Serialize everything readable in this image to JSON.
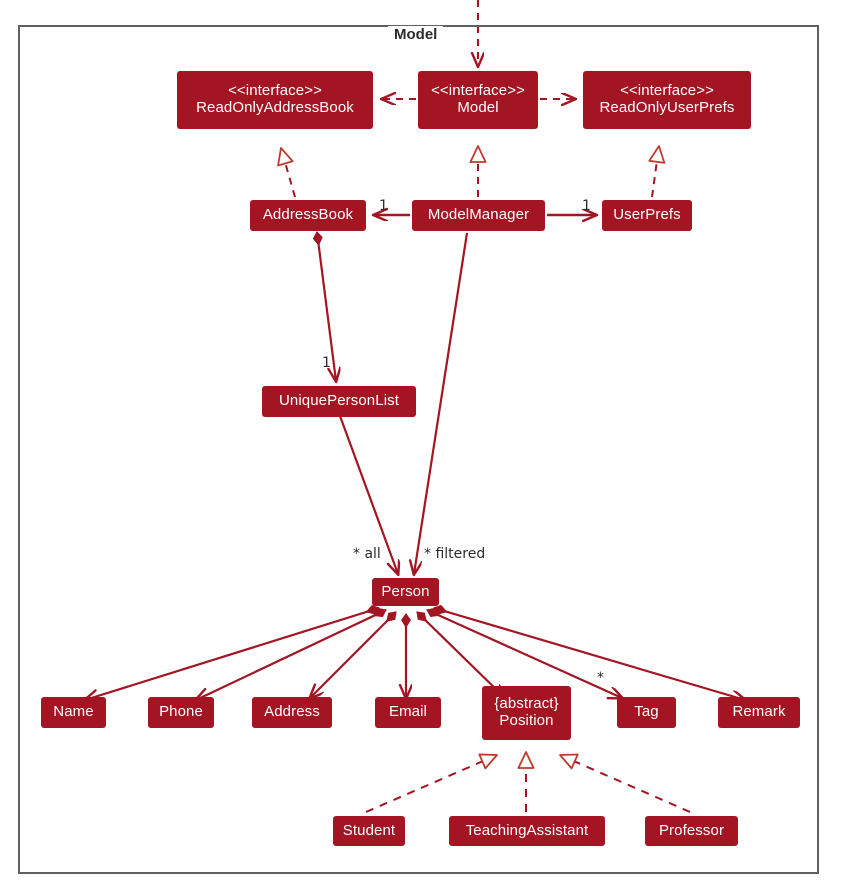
{
  "diagram": {
    "kind": "uml-class-diagram",
    "frame_title": "Model",
    "colors": {
      "node_fill": "#A31523",
      "node_text": "#FFFFFF",
      "edge": "#A31523",
      "frame_border": "#606060",
      "label_text": "#2B2B2B",
      "background": "#FFFFFF"
    }
  },
  "nodes": {
    "read_only_address_book": {
      "stereotype": "<<interface>>",
      "name": "ReadOnlyAddressBook"
    },
    "model_interface": {
      "stereotype": "<<interface>>",
      "name": "Model"
    },
    "read_only_user_prefs": {
      "stereotype": "<<interface>>",
      "name": "ReadOnlyUserPrefs"
    },
    "address_book": {
      "name": "AddressBook"
    },
    "model_manager": {
      "name": "ModelManager"
    },
    "user_prefs": {
      "name": "UserPrefs"
    },
    "unique_person_list": {
      "name": "UniquePersonList"
    },
    "person": {
      "name": "Person"
    },
    "name": {
      "name": "Name"
    },
    "phone": {
      "name": "Phone"
    },
    "address": {
      "name": "Address"
    },
    "email": {
      "name": "Email"
    },
    "position": {
      "modifier": "{abstract}",
      "name": "Position"
    },
    "tag": {
      "name": "Tag"
    },
    "remark": {
      "name": "Remark"
    },
    "student": {
      "name": "Student"
    },
    "teaching_assistant": {
      "name": "TeachingAssistant"
    },
    "professor": {
      "name": "Professor"
    }
  },
  "edge_labels": {
    "address_book_mult": "1",
    "user_prefs_mult": "1",
    "unique_person_list_mult": "1",
    "all_label": "* all",
    "filtered_label": "* filtered",
    "tag_mult": "*"
  },
  "edges": [
    {
      "from": "external-top",
      "to": "model_interface",
      "type": "dependency",
      "style": "dashed",
      "arrow": "open"
    },
    {
      "from": "model_interface",
      "to": "read_only_address_book",
      "type": "dependency",
      "style": "dashed",
      "arrow": "open"
    },
    {
      "from": "model_interface",
      "to": "read_only_user_prefs",
      "type": "dependency",
      "style": "dashed",
      "arrow": "open"
    },
    {
      "from": "address_book",
      "to": "read_only_address_book",
      "type": "realization",
      "style": "dashed",
      "arrow": "hollow-triangle"
    },
    {
      "from": "model_manager",
      "to": "model_interface",
      "type": "realization",
      "style": "dashed",
      "arrow": "hollow-triangle"
    },
    {
      "from": "user_prefs",
      "to": "read_only_user_prefs",
      "type": "realization",
      "style": "dashed",
      "arrow": "hollow-triangle"
    },
    {
      "from": "model_manager",
      "to": "address_book",
      "type": "association",
      "style": "solid",
      "arrow": "open",
      "label": "1"
    },
    {
      "from": "model_manager",
      "to": "user_prefs",
      "type": "association",
      "style": "solid",
      "arrow": "open",
      "label": "1"
    },
    {
      "from": "address_book",
      "to": "unique_person_list",
      "type": "composition",
      "style": "solid",
      "arrow": "open",
      "label": "1"
    },
    {
      "from": "unique_person_list",
      "to": "person",
      "type": "association",
      "style": "solid",
      "arrow": "open",
      "label": "* all"
    },
    {
      "from": "model_manager",
      "to": "person",
      "type": "association",
      "style": "solid",
      "arrow": "open",
      "label": "* filtered"
    },
    {
      "from": "person",
      "to": "name",
      "type": "composition",
      "style": "solid",
      "arrow": "open"
    },
    {
      "from": "person",
      "to": "phone",
      "type": "composition",
      "style": "solid",
      "arrow": "open"
    },
    {
      "from": "person",
      "to": "address",
      "type": "composition",
      "style": "solid",
      "arrow": "open"
    },
    {
      "from": "person",
      "to": "email",
      "type": "composition",
      "style": "solid",
      "arrow": "open"
    },
    {
      "from": "person",
      "to": "position",
      "type": "composition",
      "style": "solid",
      "arrow": "open"
    },
    {
      "from": "person",
      "to": "tag",
      "type": "composition",
      "style": "solid",
      "arrow": "open",
      "label": "*"
    },
    {
      "from": "person",
      "to": "remark",
      "type": "composition",
      "style": "solid",
      "arrow": "open"
    },
    {
      "from": "student",
      "to": "position",
      "type": "realization",
      "style": "dashed",
      "arrow": "hollow-triangle"
    },
    {
      "from": "teaching_assistant",
      "to": "position",
      "type": "realization",
      "style": "dashed",
      "arrow": "hollow-triangle"
    },
    {
      "from": "professor",
      "to": "position",
      "type": "realization",
      "style": "dashed",
      "arrow": "hollow-triangle"
    }
  ]
}
